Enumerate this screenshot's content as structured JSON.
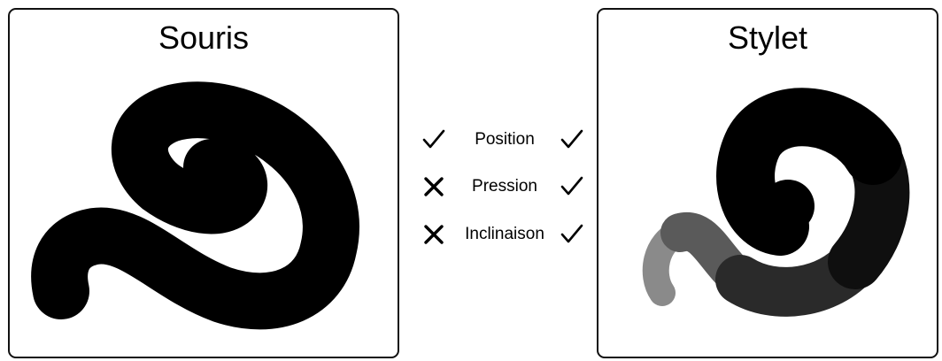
{
  "panels": {
    "mouse": {
      "title": "Souris"
    },
    "stylus": {
      "title": "Stylet"
    }
  },
  "comparison": [
    {
      "label": "Position",
      "mouse": "check-icon",
      "stylus": "check-icon"
    },
    {
      "label": "Pression",
      "mouse": "cross-icon",
      "stylus": "check-icon"
    },
    {
      "label": "Inclinaison",
      "mouse": "cross-icon",
      "stylus": "check-icon"
    }
  ],
  "colors": {
    "ink": "#000000",
    "border": "#111111",
    "background": "#ffffff",
    "stroke_light": "#8a8a8a"
  }
}
